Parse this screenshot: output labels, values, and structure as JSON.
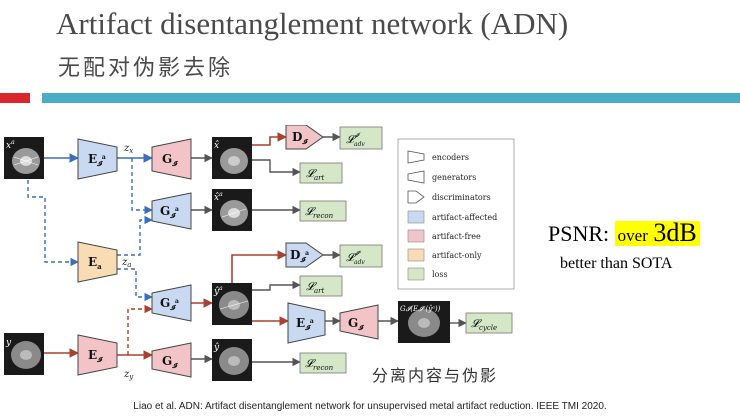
{
  "slide": {
    "title": "Artifact disentanglement network (ADN)",
    "subtitle": "无配对伪影去除",
    "psnr_label": "PSNR:",
    "psnr_over": "over",
    "psnr_value": "3dB",
    "psnr_sub": "better than SOTA",
    "note": "分离内容与伪影",
    "citation": "Liao et al. ADN: Artifact disentanglement network for unsupervised metal artifact reduction. IEEE TMI 2020."
  },
  "diagram": {
    "colors": {
      "artifact_affected": "#c9d9f2",
      "artifact_free": "#f2c4c8",
      "artifact_only": "#f8dcb4",
      "loss": "#d4e8c8",
      "blue_arrow": "#3c6fb6",
      "red_arrow": "#a8412f"
    },
    "inputs": {
      "xa": "x",
      "xa_sup": "a",
      "y": "y"
    },
    "encoders": {
      "E_Ia": {
        "main": "E",
        "sub": "𝓘",
        "sup": "a"
      },
      "E_a": {
        "main": "E",
        "sub": "a",
        "sup": ""
      },
      "E_I": {
        "main": "E",
        "sub": "𝓘",
        "sup": ""
      },
      "E_Ia_2": {
        "main": "E",
        "sub": "𝓘",
        "sup": "a"
      }
    },
    "generators": {
      "G_I_1": {
        "main": "G",
        "sub": "𝓘",
        "sup": ""
      },
      "G_Ia_1": {
        "main": "G",
        "sub": "𝓘",
        "sup": "a"
      },
      "G_Ia_2": {
        "main": "G",
        "sub": "𝓘",
        "sup": "a"
      },
      "G_I_2": {
        "main": "G",
        "sub": "𝓘",
        "sup": ""
      },
      "G_I_3": {
        "main": "G",
        "sub": "𝓘",
        "sup": ""
      }
    },
    "discriminators": {
      "D_I": {
        "main": "D",
        "sub": "𝓘",
        "sup": ""
      },
      "D_Ia": {
        "main": "D",
        "sub": "𝓘",
        "sup": "a"
      }
    },
    "latents": {
      "zx": "z",
      "zx_sub": "x",
      "za": "z",
      "za_sub": "a",
      "zy": "z",
      "zy_sub": "y"
    },
    "outputs": {
      "x_hat": "x̂",
      "xa_hat": "x̂",
      "xa_hat_sup": "a",
      "ya_hat": "ŷ",
      "ya_hat_sup": "a",
      "y_hat": "ŷ",
      "cycle_caption": "G𝓘(E𝓘ᵃ(ŷᵃ))"
    },
    "losses": {
      "adv_I": {
        "main": "𝓛",
        "sub": "adv",
        "sup": "𝓘"
      },
      "art_1": {
        "main": "𝓛",
        "sub": "art",
        "sup": ""
      },
      "recon_1": {
        "main": "𝓛",
        "sub": "recon",
        "sup": ""
      },
      "adv_Ia": {
        "main": "𝓛",
        "sub": "adv",
        "sup": "𝓘ᵃ"
      },
      "art_2": {
        "main": "𝓛",
        "sub": "art",
        "sup": ""
      },
      "cycle": {
        "main": "𝓛",
        "sub": "cycle",
        "sup": ""
      },
      "recon_2": {
        "main": "𝓛",
        "sub": "recon",
        "sup": ""
      }
    },
    "legend": [
      {
        "label": "encoders",
        "shape": "encoder"
      },
      {
        "label": "generators",
        "shape": "generator"
      },
      {
        "label": "discriminators",
        "shape": "discriminator"
      },
      {
        "label": "artifact-affected",
        "shape": "box-affected"
      },
      {
        "label": "artifact-free",
        "shape": "box-free"
      },
      {
        "label": "artifact-only",
        "shape": "box-only"
      },
      {
        "label": "loss",
        "shape": "box-loss"
      }
    ]
  }
}
